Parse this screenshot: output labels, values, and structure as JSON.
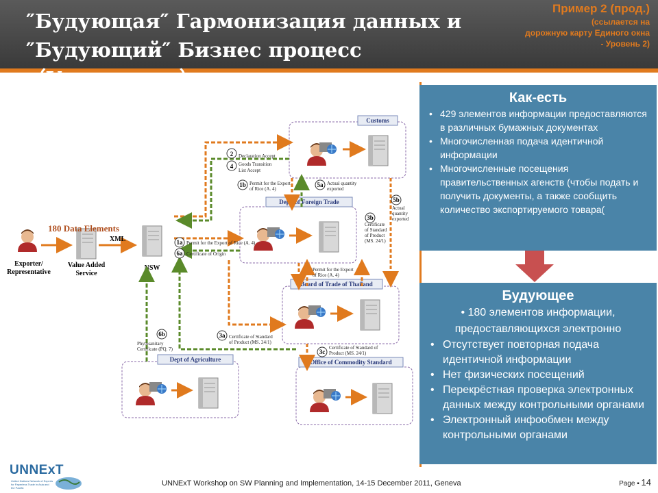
{
  "header": {
    "title_line1": "″Будующая″ Гармонизация данных и",
    "title_line2": "″Будующий″ Бизнес процесс（Улучшение）",
    "example_main": "Пример 2 (прод.)",
    "example_sub1": "(ссылается на",
    "example_sub2": "дорожную карту Единого окна",
    "example_sub3": "- Уровень 2)"
  },
  "diagram": {
    "data_elements": "180 Data Elements",
    "xml": "XML",
    "exporter": "Exporter/",
    "representative": "Representative",
    "vas1": "Value Added",
    "vas2": "Service",
    "nsw": "NSW",
    "customs": "Customs",
    "dft": "Dept. of Foreign Trade",
    "bot": "Board of Trade of Thailand",
    "doa": "Dept of Agriculture",
    "ocs": "Office of Commodity Standard",
    "steps": {
      "s2": "2",
      "s4": "4",
      "s1b": "1b",
      "s5a": "5a",
      "s1a": "1a",
      "s6a": "6a",
      "s3b": "3b",
      "s5b": "5b",
      "s6b": "6b",
      "s3a": "3a",
      "s3c": "3c"
    },
    "labels": {
      "decl": "Declaration Accept",
      "goods1": "Goods Transition",
      "goods2": "List Accept",
      "permit_a1": "Permit for the Export",
      "permit_a2": "of Rice (A. 4)",
      "actual_a1": "Actual quantity",
      "actual_a2": "exported",
      "permit_main": "Permit for the Export of Rice (A. 4)",
      "cert_origin": "Certificate of Origin",
      "cert_std1": "Certificate",
      "cert_std2": "of Standard",
      "cert_std3": "of Product",
      "cert_std4": "(MS. 24/1)",
      "actual_b1": "Actual",
      "actual_b2": "quantity",
      "actual_b3": "exported",
      "permit_bot1": "Permit for the Export",
      "permit_bot2": "of Rice (A. 4)",
      "phyto1": "Phytosanitary",
      "phyto2": "Certificate (PQ. 7)",
      "cert_3a1": "Certificate of Standard",
      "cert_3a2": "of Product (MS. 24/1)",
      "cert_3c1": "Certificate of Standard of",
      "cert_3c2": "Product (MS. 24/1)"
    }
  },
  "as_is": {
    "title": "Как-есть",
    "items": [
      "429 элементов информации предоставляются в различных бумажных документах",
      "Многочисленная подача идентичной информации",
      "Многочисленные посещения правительственных агенств (чтобы подать и получить документы, а также сообщить количество экспортируемого товара("
    ]
  },
  "future": {
    "title": "Будующее",
    "lead": "• 180 элементов информации, предоставляющихся электронно",
    "items": [
      "Отсутствует повторная подача идентичной информации",
      "Нет физических посещений",
      "Перекрёстная проверка электронных данных между контрольными органами",
      "Электронный инфообмен между контрольными органами"
    ]
  },
  "footer": {
    "logo": "UNNExT",
    "logo_sub": "United Nations Network of Experts for Paperless Trade in Asia and the Pacific",
    "text": "UNNExT Workshop on SW Planning and Implementation, 14-15 December 2011, Geneva",
    "page_label": "Page",
    "page_sep": "▪",
    "page_number": "14"
  },
  "colors": {
    "accent": "#e07a1e",
    "box": "#4a84a8",
    "header": "#4a4a4a",
    "arrow_green": "#5a8a2a"
  }
}
